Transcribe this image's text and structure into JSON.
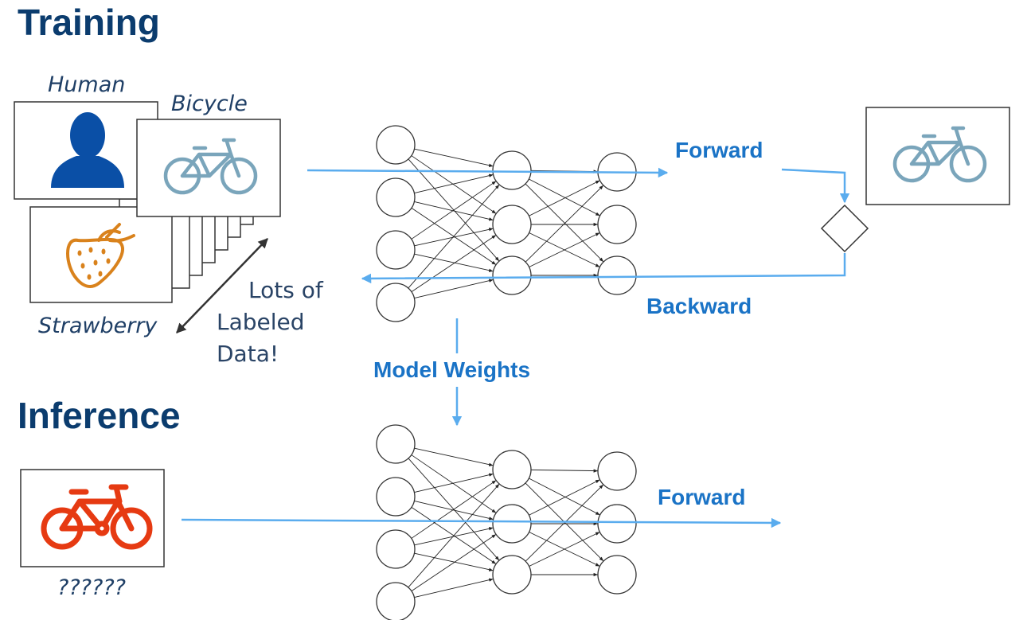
{
  "training": {
    "title": "Training",
    "captions": {
      "human": "Human",
      "bicycle": "Bicycle",
      "strawberry": "Strawberry"
    },
    "data_note": [
      "Lots of",
      "Labeled",
      "Data!"
    ],
    "forward_label": "Forward",
    "backward_label": "Backward"
  },
  "weights_label": "Model Weights",
  "inference": {
    "title": "Inference",
    "unknown_caption": "??????",
    "forward_label": "Forward"
  },
  "network": {
    "layers": [
      4,
      3,
      3
    ]
  },
  "colors": {
    "title": "#0b3c6e",
    "flow_arrow": "#5aacee",
    "flow_label": "#1a73c6",
    "human_icon": "#0a4fa6",
    "bicycle_icon": "#7aa5bb",
    "strawberry_icon": "#d9821c",
    "inference_bicycle": "#e63a12"
  },
  "icons": {
    "human": "person-silhouette-icon",
    "bicycle": "bicycle-icon",
    "strawberry": "strawberry-icon",
    "inference": "red-bicycle-icon",
    "compare": "diamond-compare-icon"
  }
}
